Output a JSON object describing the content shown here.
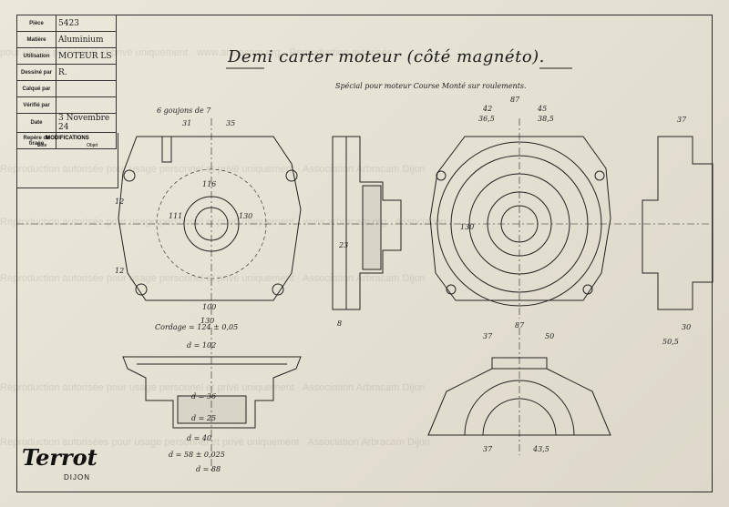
{
  "titleblock": {
    "piece_label": "Pièce",
    "piece": "5423",
    "matiere_label": "Matière",
    "matiere": "Aluminium",
    "utilisation_label": "Utilisation",
    "utilisation": "MOTEUR LS",
    "dessine_label": "Dessiné par",
    "dessine": "R.",
    "calque_label": "Calqué par",
    "verifie_label": "Vérifié par",
    "date_label": "Date",
    "date": "3 Novembre 24",
    "repere_label": "Repère de tirage",
    "modifications_label": "MODIFICATIONS",
    "mod_date_label": "Date",
    "mod_objet_label": "Objet"
  },
  "drawing": {
    "title": "Demi carter moteur (côté magnéto).",
    "subtitle": "Spécial pour moteur Course Monté sur roulements."
  },
  "watermark": {
    "line1": "pour usage personnel et privé uniquement · www.arbracam.org · Reproduction autorisée",
    "line2": "Reproduction autorisée pour usage personnel et privé uniquement · Association Arbracam Dijon",
    "line3": "Reproduction autorisée pour usage personnel et privé uniquement · www.arbracam.org · Association",
    "line4": "Reproduction autorisée pour usage personnel et privé uniquement · Association Arbracam Dijon",
    "line5": "Reproduction autorisée pour usage personnel et privé uniquement · Association Arbracam Dijon",
    "line6": "Reproduction autorisées pour usage personnel et privé uniquement · Association Arbracam Dijon"
  },
  "dims": {
    "d1": "6 goujons de 7",
    "d2": "31",
    "d3": "35",
    "d4": "116",
    "d5": "111",
    "d6": "130",
    "d7": "12",
    "d8": "12",
    "d9": "100",
    "d10": "130",
    "d11": "Cordage = 124 ± 0,05",
    "d12": "d = 102",
    "d13": "87",
    "d14": "42",
    "d15": "45",
    "d16": "36,5",
    "d17": "38,5",
    "d18": "130",
    "d19": "37",
    "d20": "30",
    "d21": "50,5",
    "d22": "87",
    "d23": "37",
    "d24": "50",
    "d25": "37",
    "d26": "43,5",
    "d27": "d = 36",
    "d28": "d = 25",
    "d29": "d = 40",
    "d30": "d = 58 ± 0,025",
    "d31": "d = 88",
    "d32": "8",
    "d33": "23"
  },
  "brand": {
    "name": "Terrot",
    "city": "DIJON"
  }
}
